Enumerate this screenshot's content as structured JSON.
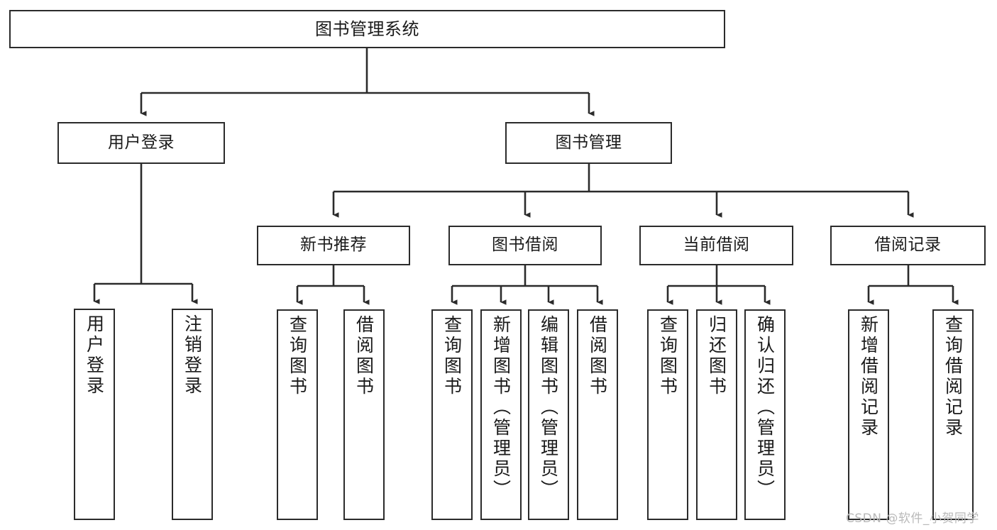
{
  "diagram": {
    "title": "图书管理系统",
    "type": "tree",
    "colors": {
      "stroke": "#2b2b2b",
      "fill": "#ffffff",
      "text": "#1a1a1a",
      "watermark": "#b9b9b9"
    },
    "root": {
      "label": "图书管理系统"
    },
    "level2": [
      {
        "label": "用户登录"
      },
      {
        "label": "图书管理"
      }
    ],
    "level3": [
      {
        "label": "新书推荐"
      },
      {
        "label": "图书借阅"
      },
      {
        "label": "当前借阅"
      },
      {
        "label": "借阅记录"
      }
    ],
    "leaves": {
      "user_login": [
        {
          "label": "用户登录"
        },
        {
          "label": "注销登录"
        }
      ],
      "new_book": [
        {
          "label": "查询图书"
        },
        {
          "label": "借阅图书"
        }
      ],
      "book_borrow": [
        {
          "label": "查询图书"
        },
        {
          "label": "新增图书（管理员）"
        },
        {
          "label": "编辑图书（管理员）"
        },
        {
          "label": "借阅图书"
        }
      ],
      "current_borrow": [
        {
          "label": "查询图书"
        },
        {
          "label": "归还图书"
        },
        {
          "label": "确认归还（管理员）"
        }
      ],
      "borrow_record": [
        {
          "label": "新增借阅记录"
        },
        {
          "label": "查询借阅记录"
        }
      ]
    }
  },
  "watermark": {
    "text": "CSDN @软件_小贺同学"
  }
}
